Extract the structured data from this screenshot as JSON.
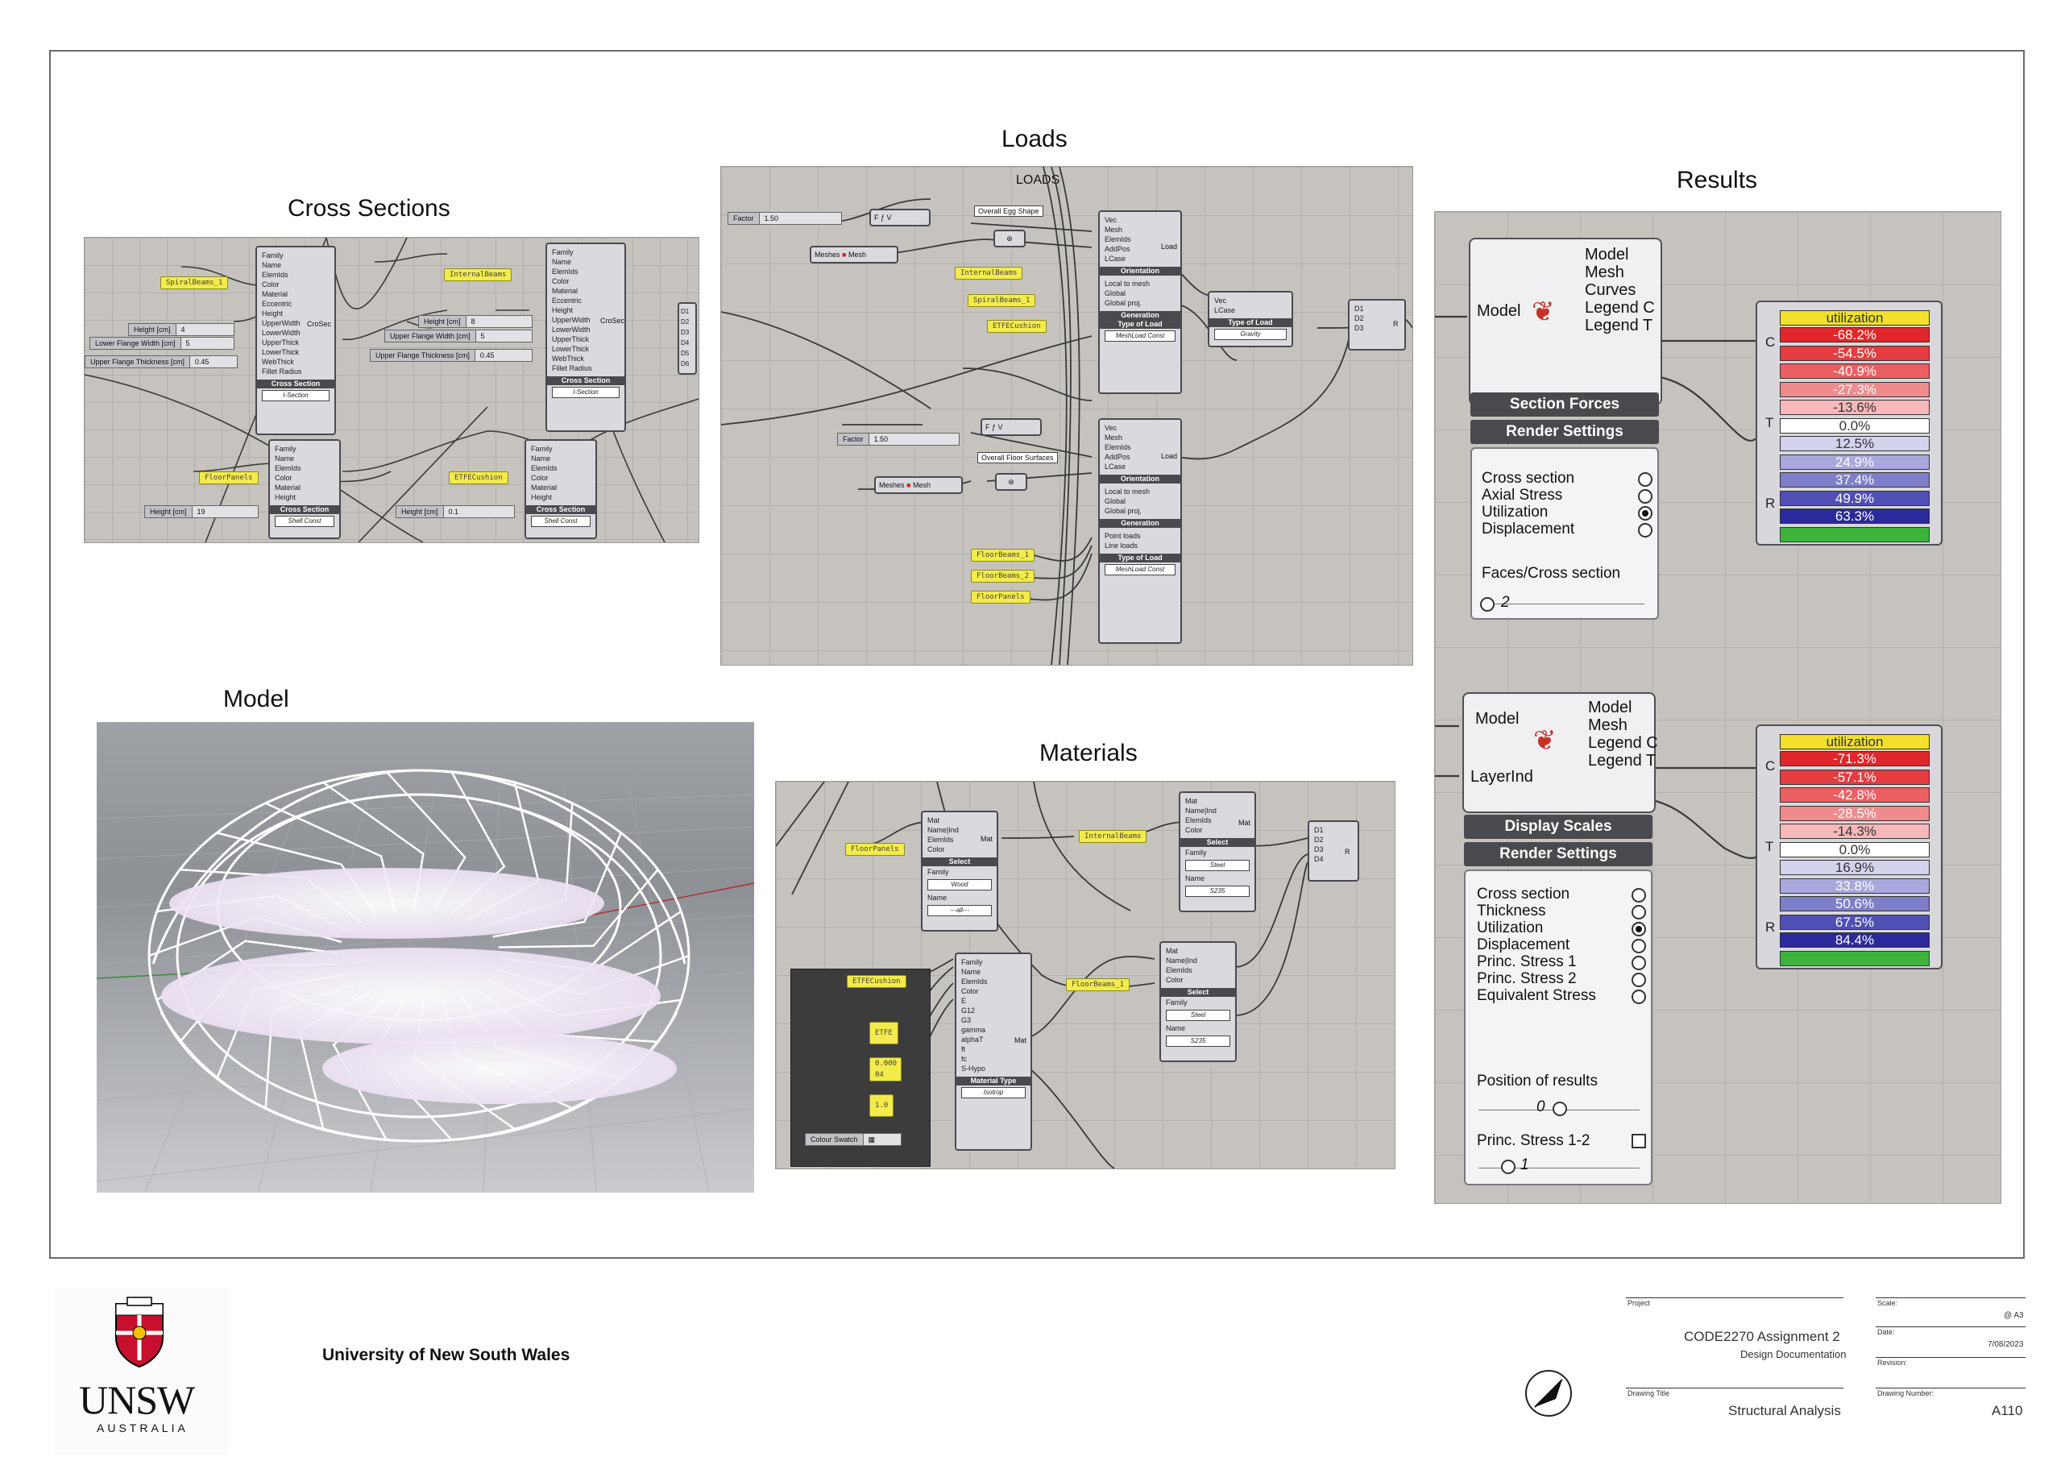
{
  "sections": {
    "loads": "Loads",
    "cross_sections": "Cross Sections",
    "results": "Results",
    "model": "Model",
    "materials": "Materials"
  },
  "loads": {
    "canvas_title": "LOADS",
    "factor_label": "Factor",
    "factor_value": "1.50",
    "meshes_label": "Meshes",
    "mesh_label": "Mesh",
    "tag_egg": "Overall Egg Shape",
    "tag_floor": "Overall Floor Surfaces",
    "panels_top": [
      "InternalBeams",
      "SpiralBeams_1",
      "ETFECushion"
    ],
    "panels_bottom": [
      "FloorBeams_1",
      "FloorBeams_2",
      "FloorPanels"
    ],
    "load_inputs": [
      "Vec",
      "Mesh",
      "ElemIds",
      "AddPos",
      "LCase"
    ],
    "load_out": "Load",
    "orientation": "Orientation",
    "orient_opts": [
      "Local to mesh",
      "Global",
      "Global proj."
    ],
    "generation": "Generation",
    "gen_opts": [
      "Point loads",
      "Line loads"
    ],
    "type_label": "Type of Load",
    "type_value": "MeshLoad Const",
    "point_inputs": [
      "Vec",
      "LCase"
    ],
    "point_type": "Type of Load",
    "gravity": "Gravity",
    "merge_inputs": [
      "D1",
      "D2",
      "D3"
    ],
    "merge_out": "R"
  },
  "cross": {
    "panel_a": "SpiralBeams_1",
    "panel_b": "InternalBeams",
    "panel_c": "FloorPanels",
    "panel_d": "ETFECushion",
    "inputs_1": [
      "Family",
      "Name",
      "ElemIds",
      "Color",
      "Material",
      "Eccentric",
      "Height",
      "UpperWidth",
      "LowerWidth",
      "UpperThick",
      "LowerThick",
      "WebThick",
      "Fillet Radius"
    ],
    "out_1": "CroSec",
    "bar_1": "Cross Section",
    "value_1": "I-Section",
    "value_2": "I-Section",
    "inputs_3": [
      "Family",
      "Name",
      "ElemIds",
      "Color",
      "Material",
      "Height"
    ],
    "value_3": "Shell Const",
    "value_4": "Shell Const",
    "sliders": [
      "Height [cm]",
      "Lower Flange Width [cm]",
      "Upper Flange Thickness [cm]",
      "Height [cm]",
      "Upper Flange Width [cm]",
      "Upper Flange Thickness [cm]",
      "Height [cm]",
      "Height [cm]"
    ],
    "slider_vals": [
      "4",
      "5",
      "0.45",
      "8",
      "5",
      "0.45",
      "19",
      "0.1"
    ],
    "out_ports": [
      "D1",
      "D2",
      "D3",
      "D4",
      "D5",
      "D6"
    ]
  },
  "results": {
    "comp1_inputs": [
      "Model"
    ],
    "comp1_outputs": [
      "Model",
      "Mesh",
      "Curves",
      "Legend C",
      "Legend T"
    ],
    "comp1_bar1": "Section Forces",
    "comp1_bar2": "Render Settings",
    "comp1_opts": [
      "Cross section",
      "Axial Stress",
      "Utilization",
      "Displacement"
    ],
    "comp1_selected": 2,
    "comp1_faces": "Faces/Cross section",
    "comp1_faces_val": "2",
    "legend1_title": "utilization",
    "legend1_vals": [
      "-68.2%",
      "-54.5%",
      "-40.9%",
      "-27.3%",
      "-13.6%",
      "0.0%",
      "12.5%",
      "24.9%",
      "37.4%",
      "49.9%",
      "63.3%",
      ""
    ],
    "legend1_colors": [
      "#e0272b",
      "#e43c40",
      "#ea5f62",
      "#f08b8d",
      "#f6b8b9",
      "#ffffff",
      "#d3d3ee",
      "#a8a8dc",
      "#7e7ec9",
      "#4f4fb4",
      "#2a2a9c",
      "#3cb43c"
    ],
    "comp2_inputs": [
      "Model",
      "LayerInd"
    ],
    "comp2_outputs": [
      "Model",
      "Mesh",
      "Legend C",
      "Legend T"
    ],
    "comp2_bar1": "Display Scales",
    "comp2_bar2": "Render Settings",
    "comp2_opts": [
      "Cross section",
      "Thickness",
      "Utilization",
      "Displacement",
      "Princ. Stress 1",
      "Princ. Stress 2",
      "Equivalent Stress"
    ],
    "comp2_selected": 2,
    "comp2_pos": "Position of results",
    "comp2_pos_val": "0",
    "comp2_princ": "Princ. Stress 1-2",
    "comp2_princ_val": "1",
    "legend2_title": "utilization",
    "legend2_vals": [
      "-71.3%",
      "-57.1%",
      "-42.8%",
      "-28.5%",
      "-14.3%",
      "0.0%",
      "16.9%",
      "33.8%",
      "50.6%",
      "67.5%",
      "84.4%",
      ""
    ],
    "legend2_colors": [
      "#e0272b",
      "#e43c40",
      "#ea5f62",
      "#f08b8d",
      "#f6b8b9",
      "#ffffff",
      "#d3d3ee",
      "#a8a8dc",
      "#7e7ec9",
      "#4f4fb4",
      "#2a2a9c",
      "#3cb43c"
    ],
    "pins": [
      "C",
      "T",
      "R"
    ]
  },
  "materials": {
    "panel_floor": "FloorPanels",
    "panel_int": "InternalBeams",
    "panel_floorb": "FloorBeams_1",
    "panel_etfe": "ETFECushion",
    "vals": [
      "ETFE",
      "0.000 04",
      "1.0"
    ],
    "swatch": "Colour Swatch",
    "sel_inputs": [
      "Mat",
      "Name|Ind",
      "ElemIds",
      "Color"
    ],
    "sel_bar": "Select",
    "family": "Family",
    "name": "Name",
    "wood": "Wood",
    "all": "---all---",
    "steel": "Steel",
    "s235": "S235",
    "mat_inputs": [
      "Family",
      "Name",
      "ElemIds",
      "Color",
      "E",
      "G12",
      "G3",
      "gamma",
      "alphaT",
      "ft",
      "fc",
      "S-Hypo"
    ],
    "mat_bar": "Material Type",
    "isotrop": "Isotrop",
    "mat_out": "Mat",
    "merge_inputs": [
      "D1",
      "D2",
      "D3",
      "D4"
    ],
    "merge_out": "R"
  },
  "footer": {
    "university": "University of New South Wales",
    "logo_word": "UNSW",
    "logo_sub": "AUSTRALIA",
    "project_label": "Project",
    "project": "CODE2270 Assignment 2",
    "project_sub": "Design Documentation",
    "drawing_title_label": "Drawing Title",
    "drawing_title": "Structural Analysis",
    "scale_label": "Scale:",
    "scale": "@ A3",
    "date_label": "Date:",
    "date": "7/08/2023",
    "revision_label": "Revision:",
    "drawing_number_label": "Drawing Number:",
    "drawing_number": "A110"
  }
}
